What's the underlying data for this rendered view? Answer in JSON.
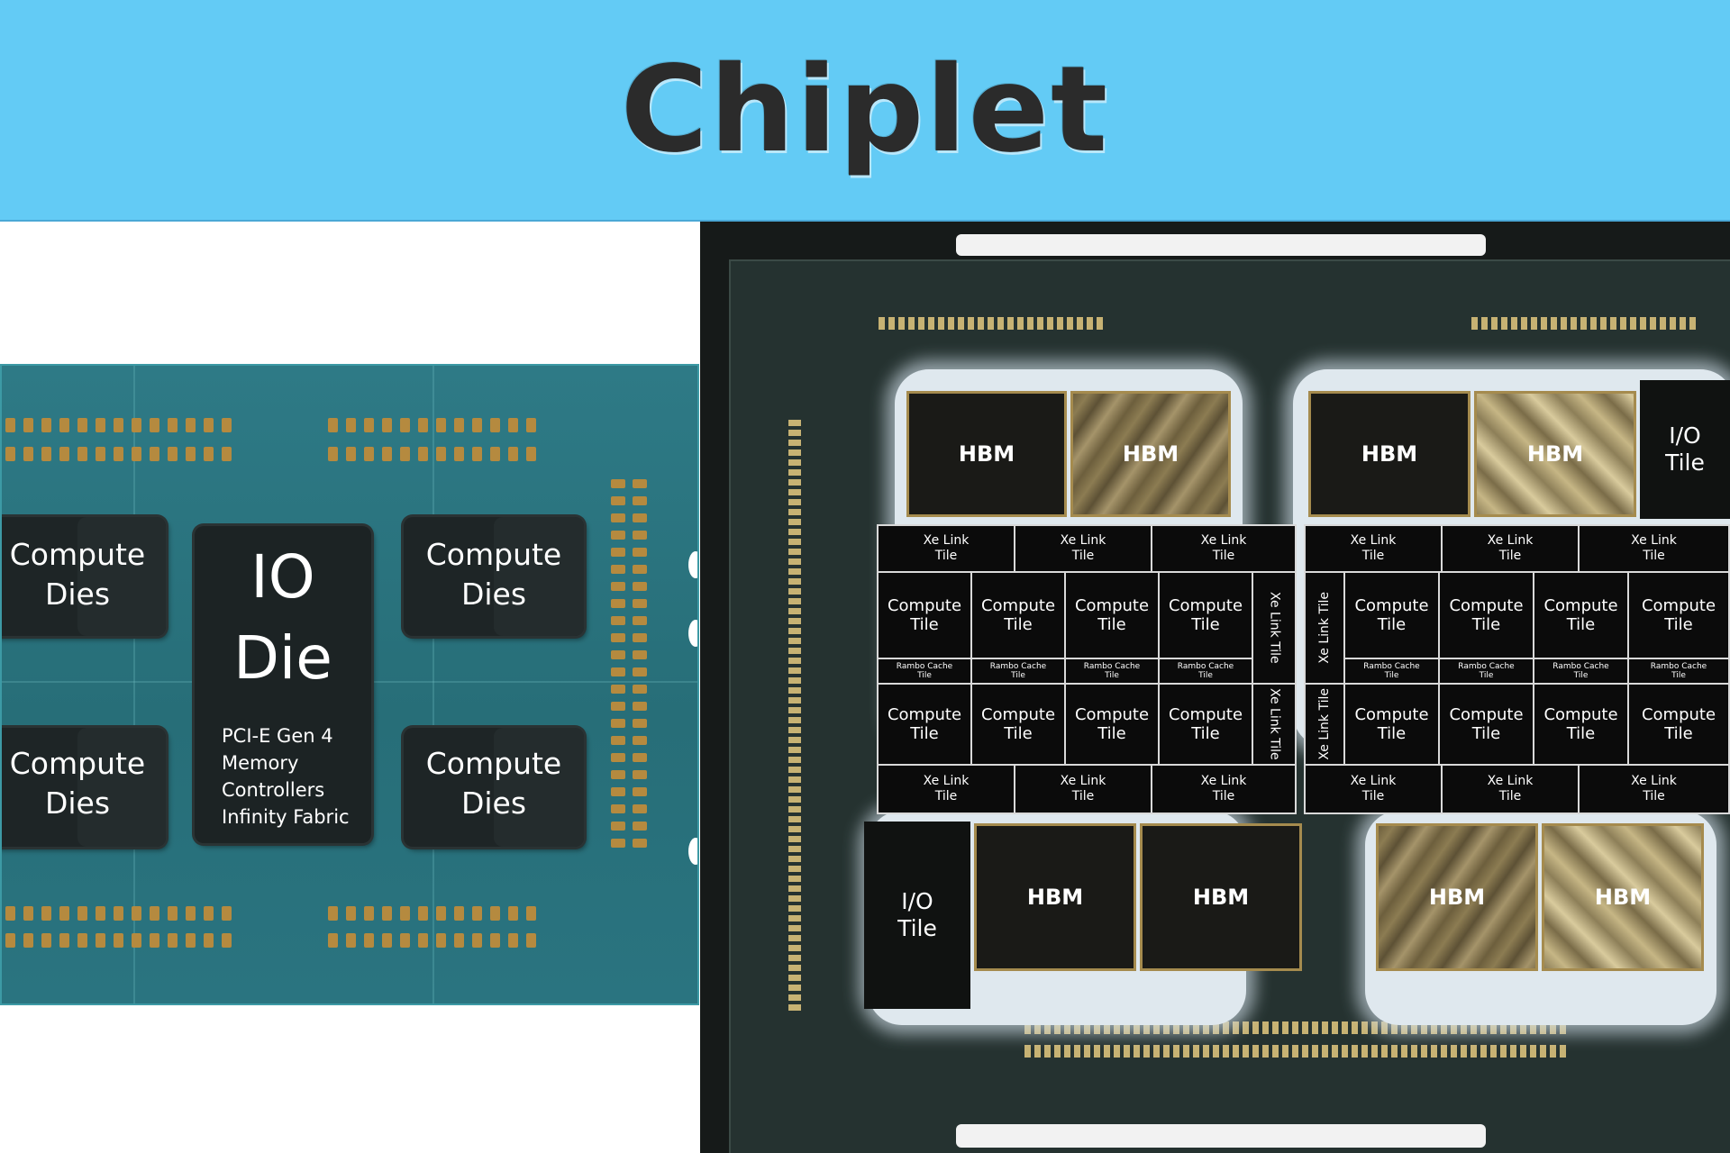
{
  "header": {
    "title": "Chiplet",
    "background": "#63cbf5"
  },
  "amd_package": {
    "compute_dies": [
      {
        "line1": "Compute",
        "line2": "Dies"
      },
      {
        "line1": "Compute",
        "line2": "Dies"
      },
      {
        "line1": "Compute",
        "line2": "Dies"
      },
      {
        "line1": "Compute",
        "line2": "Dies"
      }
    ],
    "io_die": {
      "title_line1": "IO",
      "title_line2": "Die",
      "features": [
        "PCI-E Gen 4",
        "Memory",
        "Controllers",
        "Infinity Fabric"
      ]
    }
  },
  "intel_package": {
    "hbm_label": "HBM",
    "io_tile": {
      "line1": "I/O",
      "line2": "Tile"
    },
    "xe_link": {
      "line1": "Xe Link",
      "line2": "Tile"
    },
    "compute_tile": {
      "line1": "Compute",
      "line2": "Tile"
    },
    "rambo_cache": {
      "line1": "Rambo Cache",
      "line2": "Tile"
    },
    "xe_link_vertical": "Xe Link Tile"
  }
}
